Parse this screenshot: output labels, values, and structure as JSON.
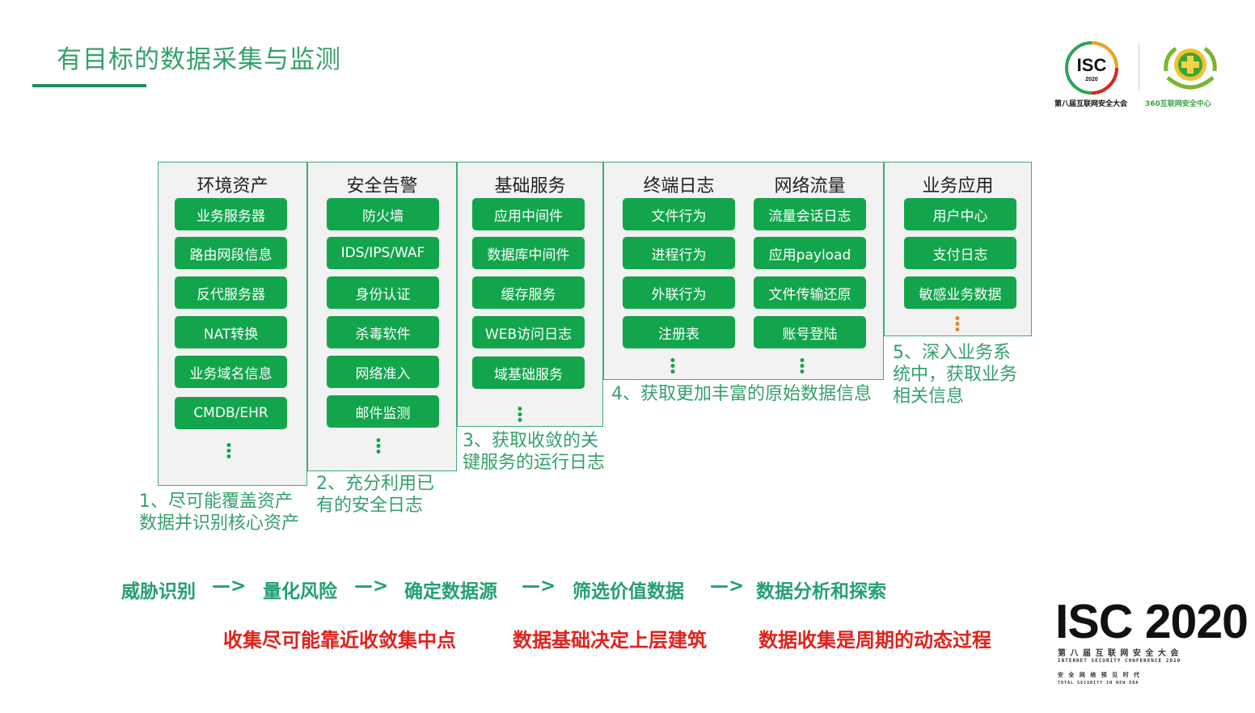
{
  "title": "有目标的数据采集与监测",
  "logos": {
    "isc_badge_text": "ISC",
    "isc_badge_year": "2020",
    "isc_caption": "第八届互联网安全大会",
    "c360_caption": "360互联网安全中心"
  },
  "columns": [
    {
      "header": "环境资产",
      "items": [
        "业务服务器",
        "路由网段信息",
        "反代服务器",
        "NAT转换",
        "业务域名信息",
        "CMDB/EHR"
      ]
    },
    {
      "header": "安全告警",
      "items": [
        "防火墙",
        "IDS/IPS/WAF",
        "身份认证",
        "杀毒软件",
        "网络准入",
        "邮件监测"
      ]
    },
    {
      "header": "基础服务",
      "items": [
        "应用中间件",
        "数据库中间件",
        "缓存服务",
        "WEB访问日志",
        "域基础服务"
      ]
    },
    {
      "header": "终端日志",
      "items": [
        "文件行为",
        "进程行为",
        "外联行为",
        "注册表"
      ]
    },
    {
      "header": "网络流量",
      "items": [
        "流量会话日志",
        "应用payload",
        "文件传输还原",
        "账号登陆"
      ]
    },
    {
      "header": "业务应用",
      "items": [
        "用户中心",
        "支付日志",
        "敏感业务数据"
      ]
    }
  ],
  "captions": {
    "c1": [
      "1、尽可能覆盖资产",
      "数据并识别核心资产"
    ],
    "c2": [
      "2、充分利用已",
      "有的安全日志"
    ],
    "c3": [
      "3、获取收敛的关",
      "键服务的运行日志"
    ],
    "c4": [
      "4、获取更加丰富的原始数据信息"
    ],
    "c5": [
      "5、深入业务系",
      "统中，获取业务",
      "相关信息"
    ]
  },
  "flow": [
    "威胁识别",
    "—>",
    "量化风险",
    "—>",
    "确定数据源",
    "—>",
    "筛选价值数据",
    "—>",
    "数据分析和探索"
  ],
  "principles": [
    "收集尽可能靠近收敛集中点",
    "数据基础决定上层建筑",
    "数据收集是周期的动态过程"
  ],
  "footer_logo": {
    "main": "ISC 2020",
    "line1": "第 八 届 互 联 网 安 全 大 会",
    "line2": "INTERNET SECURITY CONFERENCE 2020",
    "line3": "安 全 网 络 预 见 时 代",
    "line4": "TOTAL SECURITY IN NEW ERA"
  },
  "colors": {
    "accent_green": "#35a06a",
    "button_green": "#12a54c",
    "highlight_red": "#e0221d"
  }
}
